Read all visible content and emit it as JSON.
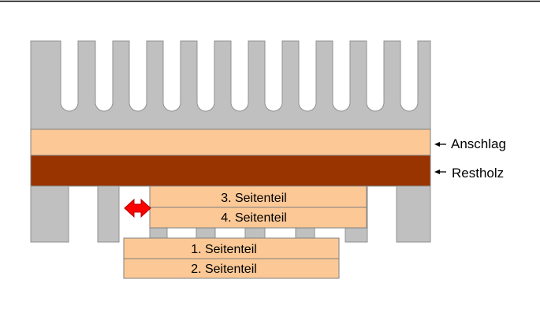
{
  "labels": {
    "anschlag": "Anschlag",
    "restholz": "Restholz",
    "seitenteil_3": "3. Seitenteil",
    "seitenteil_4": "4. Seitenteil",
    "seitenteil_1": "1. Seitenteil",
    "seitenteil_2": "2. Seitenteil"
  },
  "colors": {
    "comb": "#c0c0c0",
    "comb_stroke": "#808080",
    "light_wood": "#fcc896",
    "dark_wood": "#993300",
    "arrow": "#ff0000",
    "outline": "#000000"
  },
  "icons": {
    "double_arrow": "double-arrow-icon",
    "pointer_arrow": "left-arrow-icon"
  }
}
